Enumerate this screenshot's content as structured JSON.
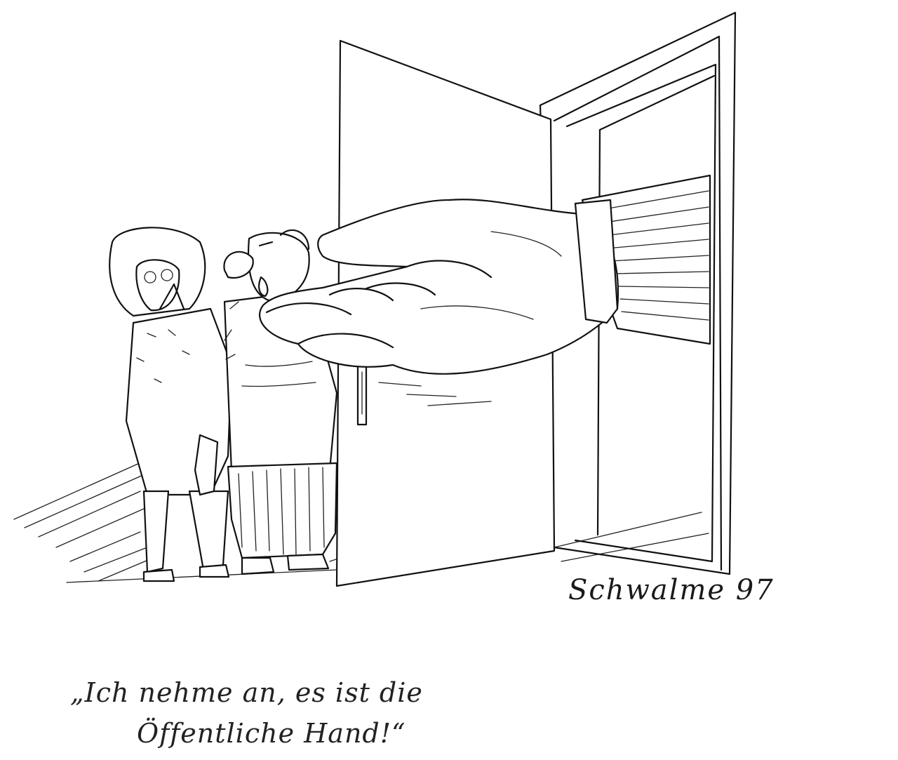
{
  "cartoon": {
    "signature": "Schwalme 97",
    "caption_line1": "„Ich nehme an, es ist die",
    "caption_line2": "Öffentliche Hand!“"
  },
  "colors": {
    "ink": "#111111",
    "paper": "#ffffff"
  }
}
